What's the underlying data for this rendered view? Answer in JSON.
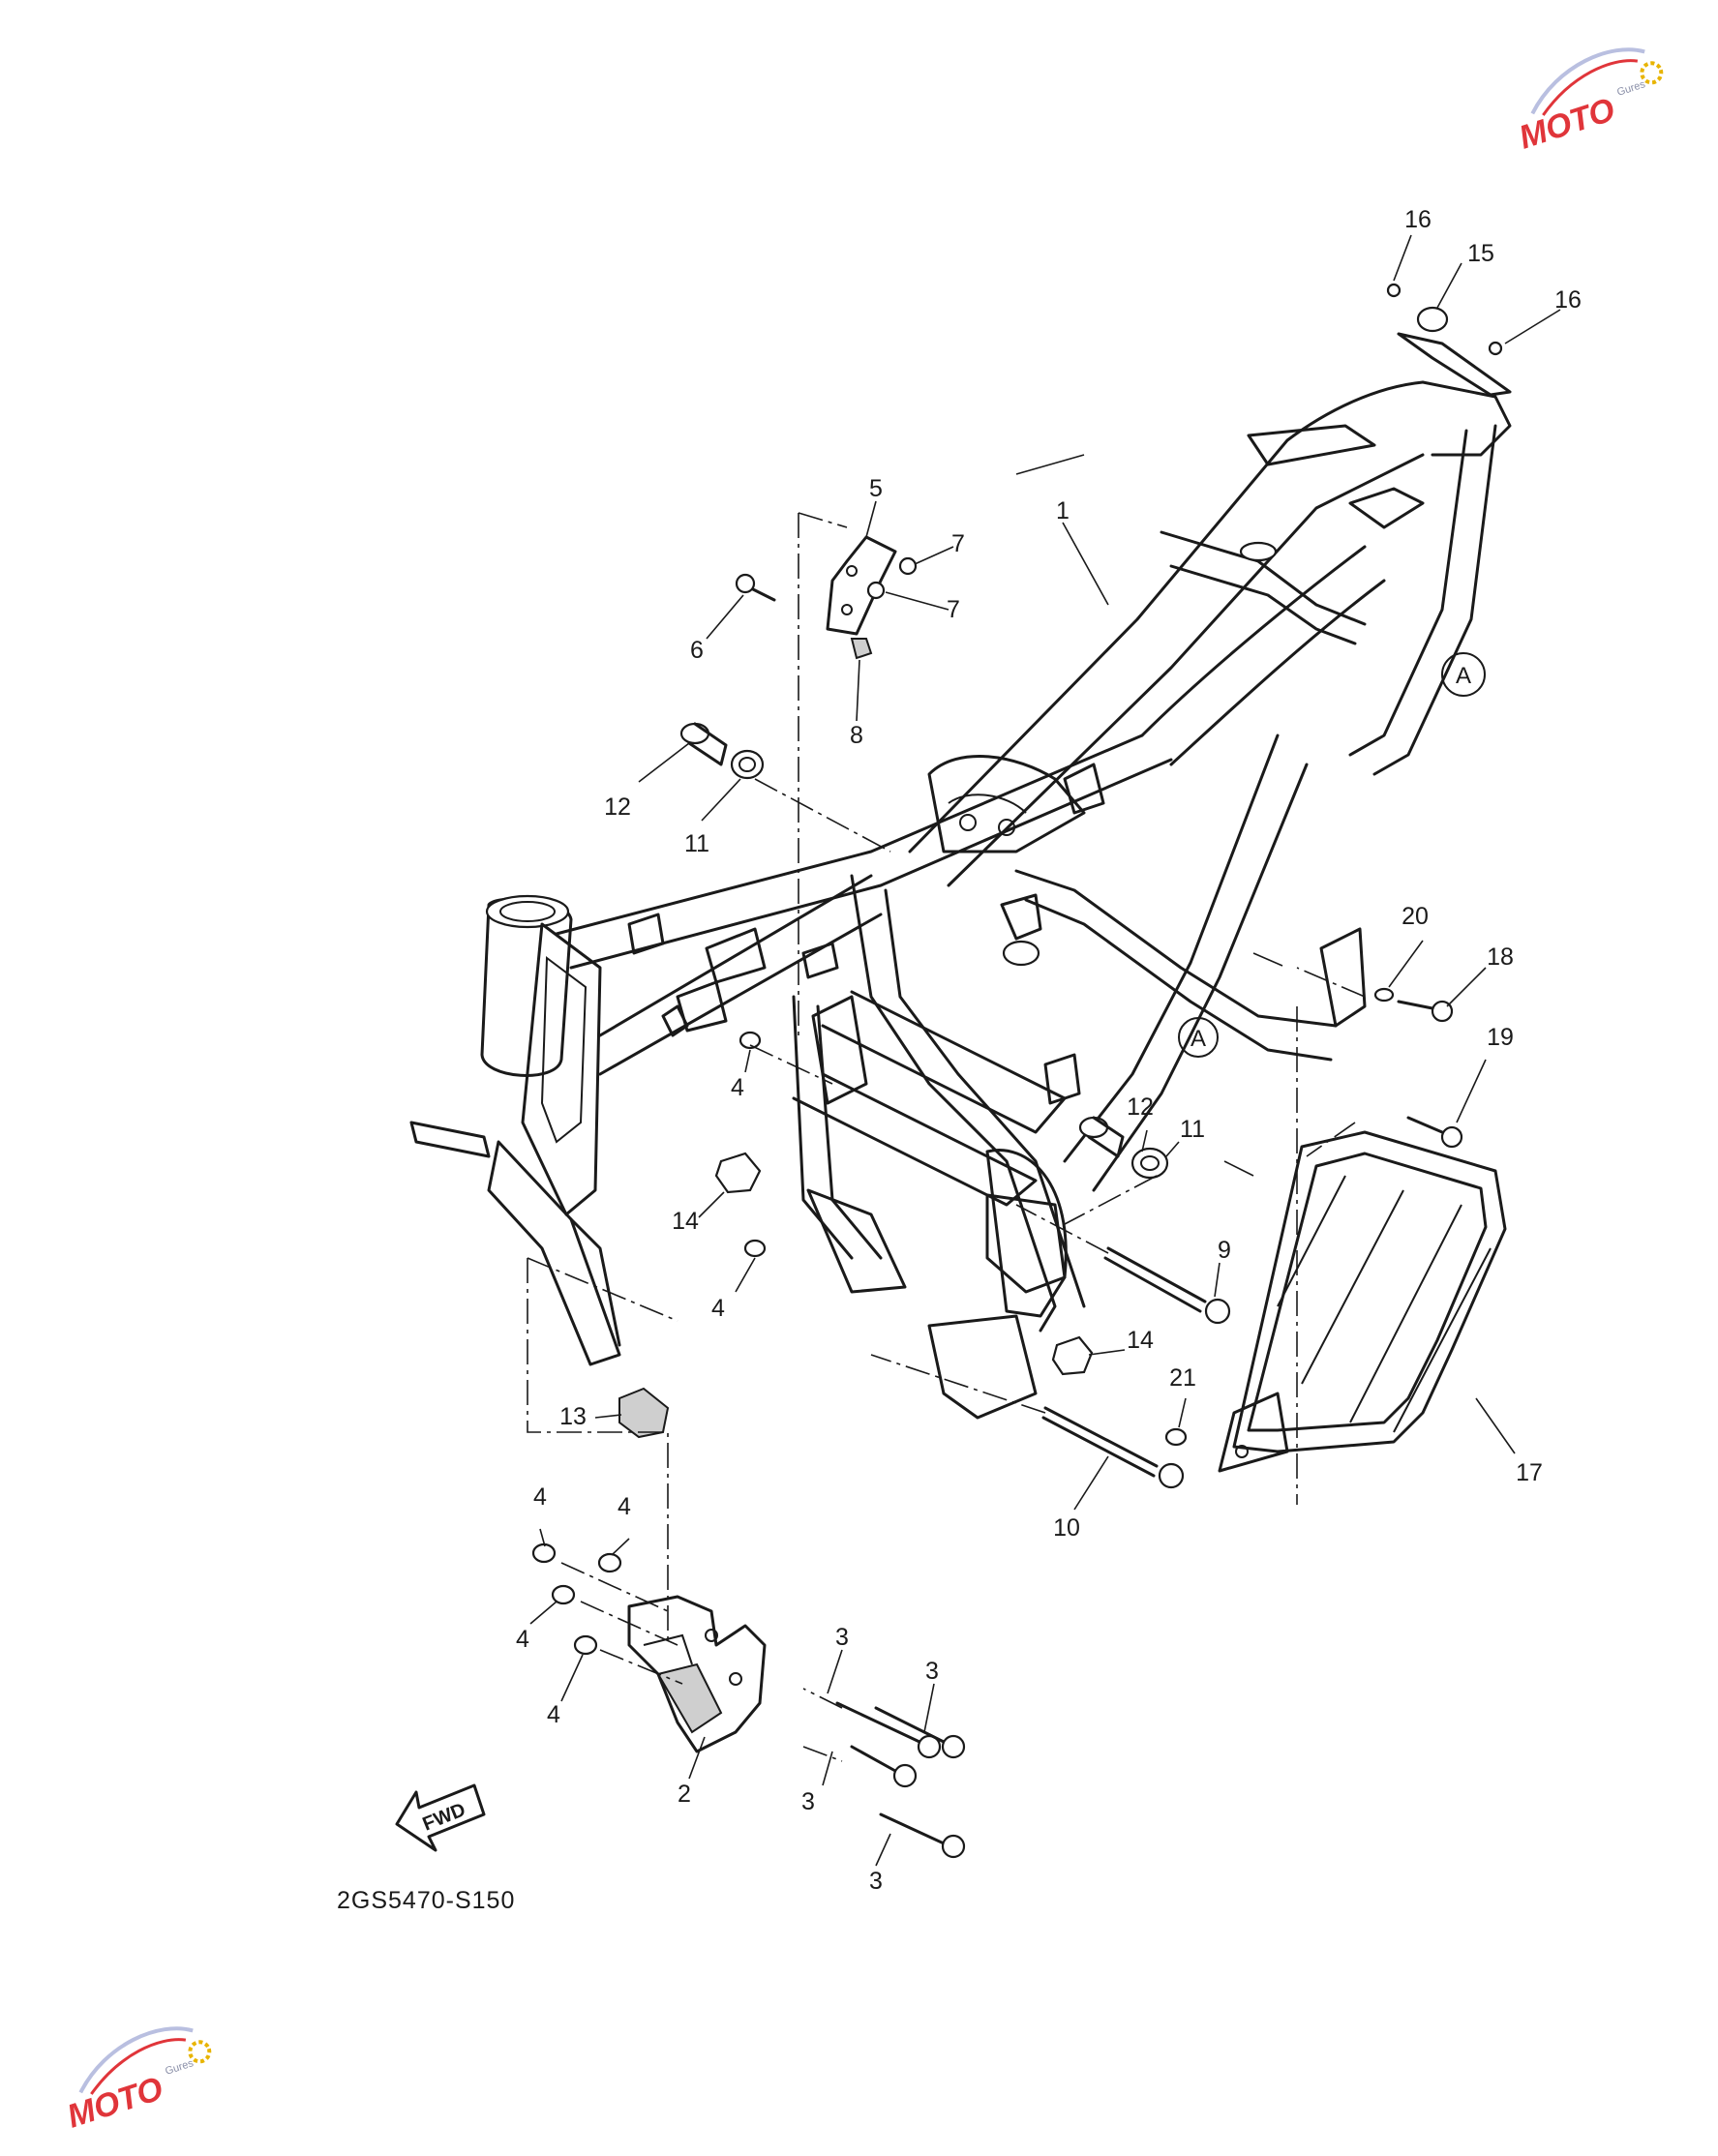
{
  "diagram": {
    "drawing_code": "2GS5470-S150",
    "fwd_label": "FWD",
    "ref_marker": "A",
    "callouts": [
      {
        "id": "c1",
        "text": "1"
      },
      {
        "id": "c2",
        "text": "2"
      },
      {
        "id": "c3a",
        "text": "3"
      },
      {
        "id": "c3b",
        "text": "3"
      },
      {
        "id": "c3c",
        "text": "3"
      },
      {
        "id": "c3d",
        "text": "3"
      },
      {
        "id": "c4a",
        "text": "4"
      },
      {
        "id": "c4b",
        "text": "4"
      },
      {
        "id": "c4c",
        "text": "4"
      },
      {
        "id": "c4d",
        "text": "4"
      },
      {
        "id": "c4e",
        "text": "4"
      },
      {
        "id": "c4f",
        "text": "4"
      },
      {
        "id": "c5",
        "text": "5"
      },
      {
        "id": "c6",
        "text": "6"
      },
      {
        "id": "c7a",
        "text": "7"
      },
      {
        "id": "c7b",
        "text": "7"
      },
      {
        "id": "c8",
        "text": "8"
      },
      {
        "id": "c9",
        "text": "9"
      },
      {
        "id": "c10",
        "text": "10"
      },
      {
        "id": "c11a",
        "text": "11"
      },
      {
        "id": "c11b",
        "text": "11"
      },
      {
        "id": "c12a",
        "text": "12"
      },
      {
        "id": "c12b",
        "text": "12"
      },
      {
        "id": "c13",
        "text": "13"
      },
      {
        "id": "c14a",
        "text": "14"
      },
      {
        "id": "c14b",
        "text": "14"
      },
      {
        "id": "c15",
        "text": "15"
      },
      {
        "id": "c16a",
        "text": "16"
      },
      {
        "id": "c16b",
        "text": "16"
      },
      {
        "id": "c17",
        "text": "17"
      },
      {
        "id": "c18",
        "text": "18"
      },
      {
        "id": "c19",
        "text": "19"
      },
      {
        "id": "c20",
        "text": "20"
      },
      {
        "id": "c21",
        "text": "21"
      }
    ]
  },
  "watermark": {
    "brand": "MOTO",
    "tagline": "Gures",
    "accent_color": "#e0353a",
    "secondary_color": "#2b3a8c"
  }
}
